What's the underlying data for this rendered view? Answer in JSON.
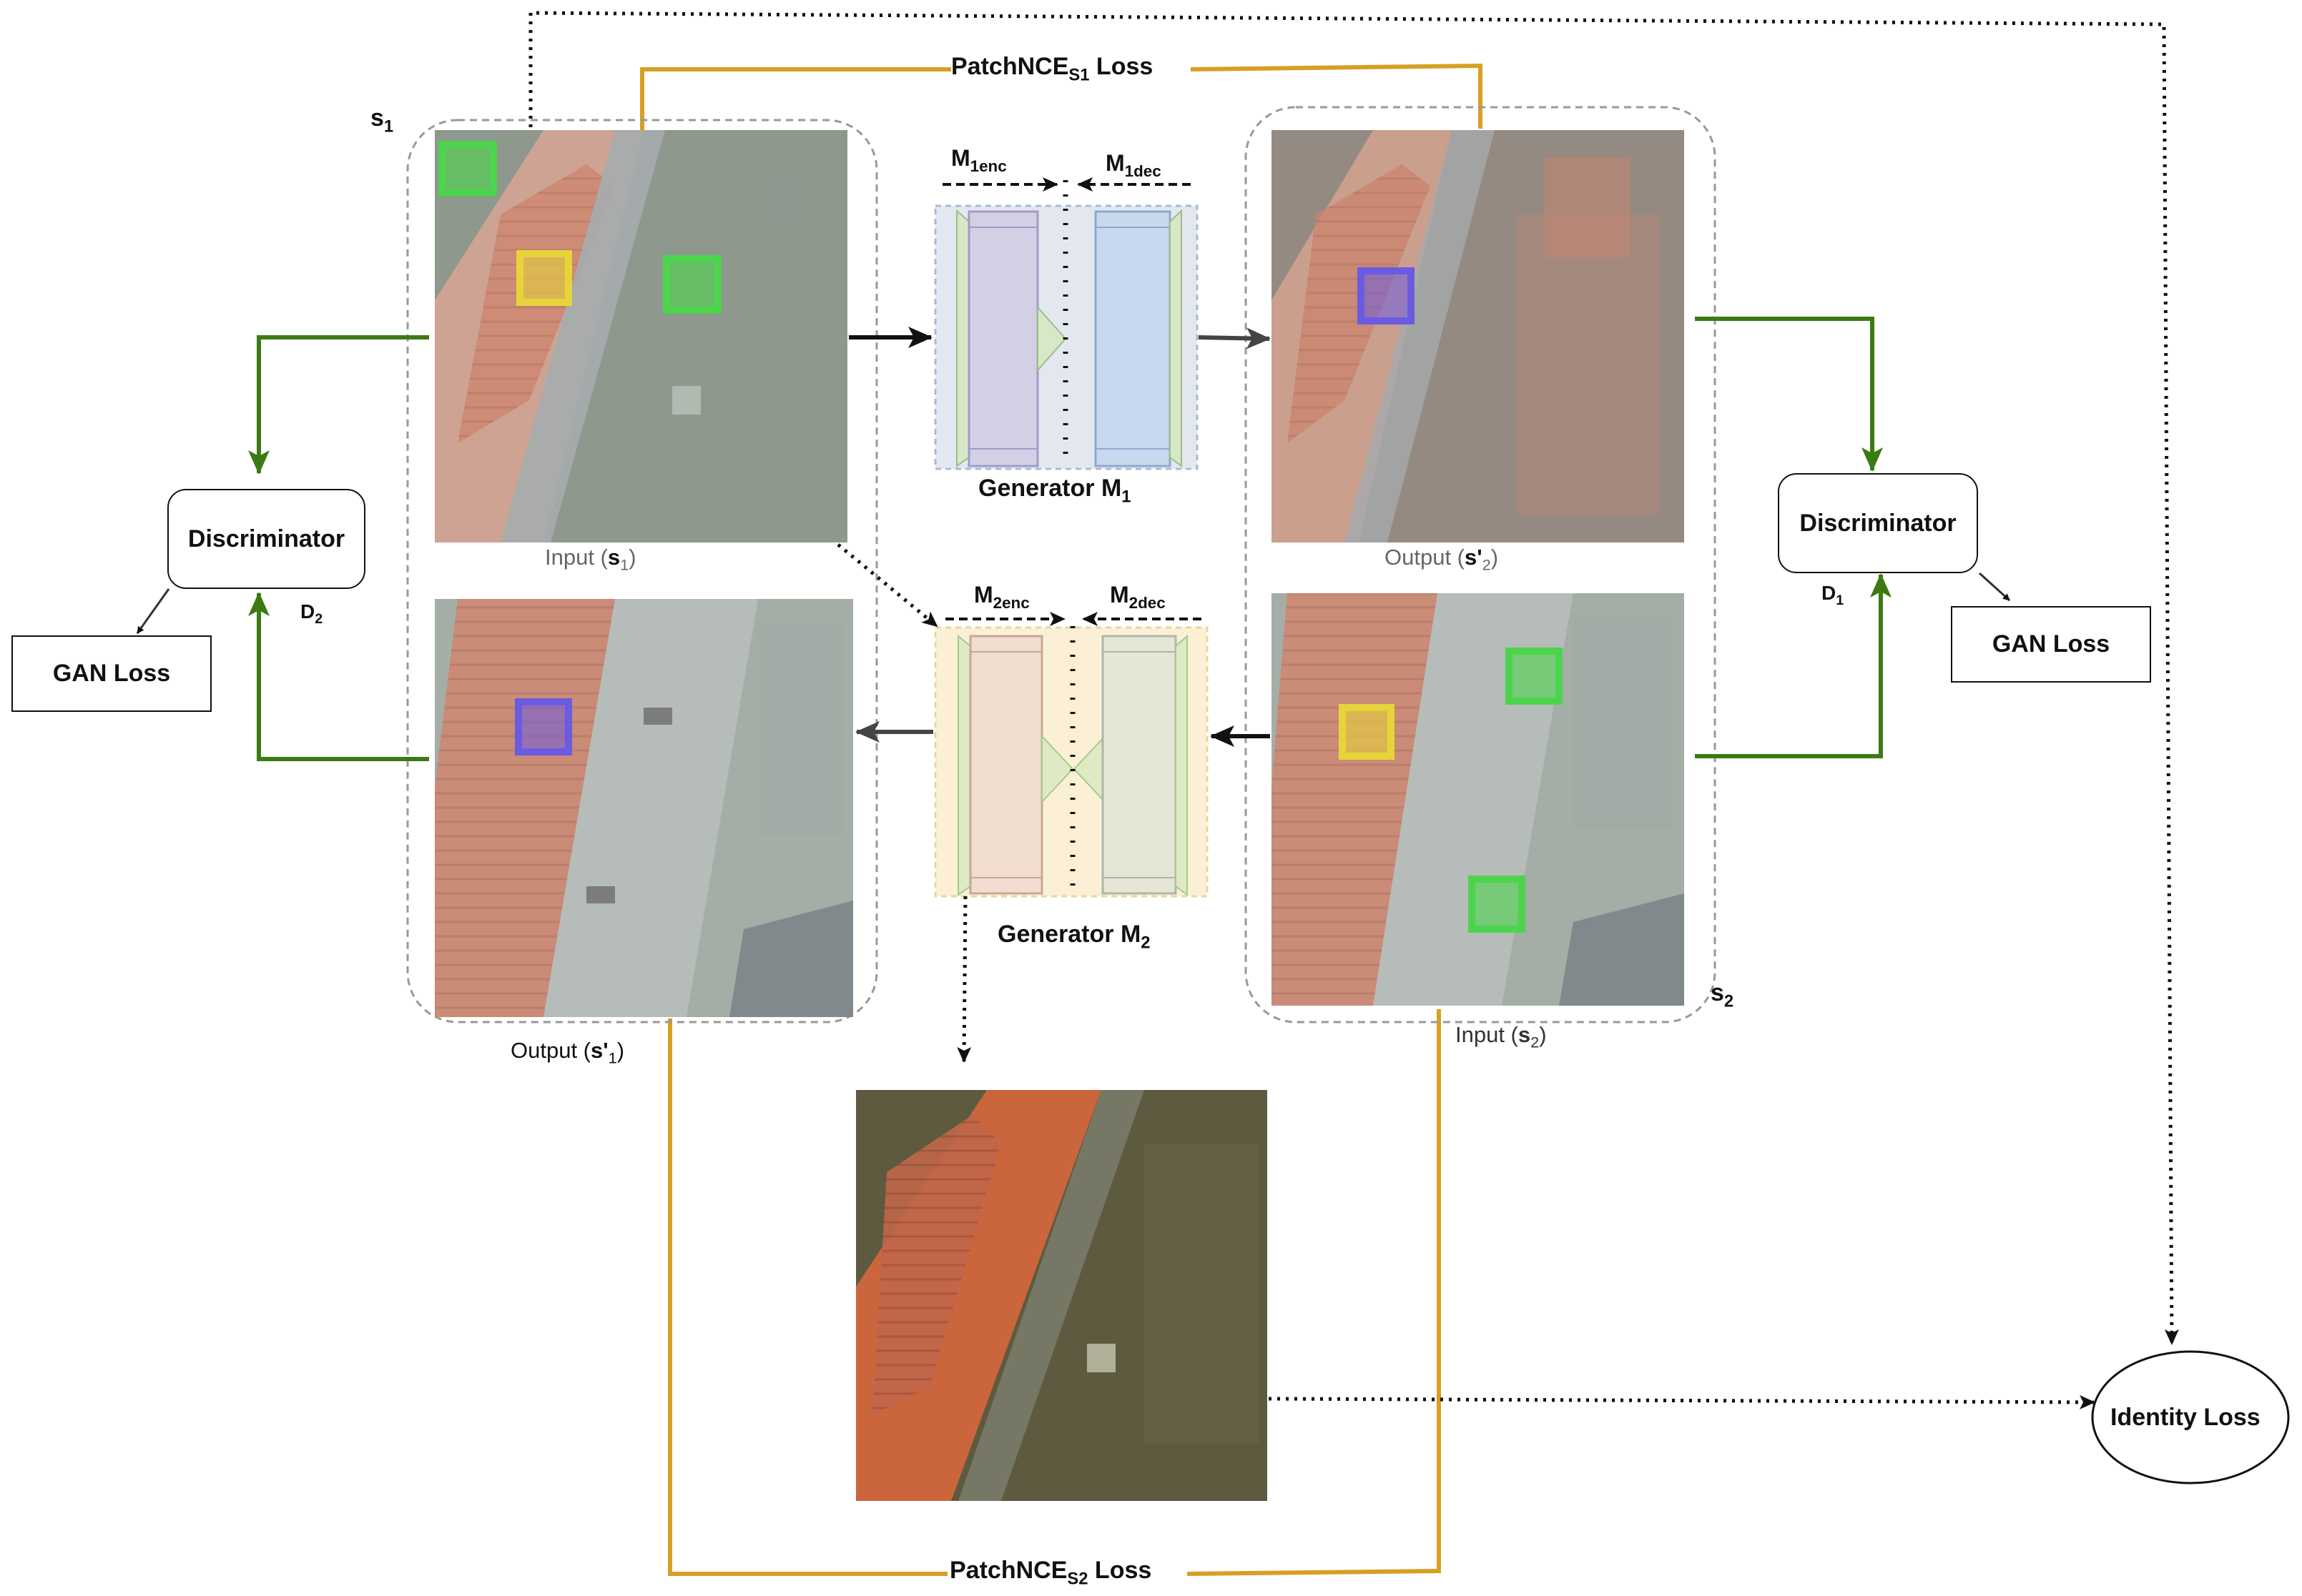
{
  "patchnce_top": {
    "prefix": "PatchNCE",
    "sub": "S1",
    "suffix": " Loss"
  },
  "patchnce_bottom": {
    "prefix": "PatchNCE",
    "sub": "S2",
    "suffix": " Loss"
  },
  "s1_label": {
    "base": "s",
    "sub": "1"
  },
  "s2_label": {
    "base": "s",
    "sub": "2"
  },
  "m1enc": {
    "base": "M",
    "sub": "1enc"
  },
  "m1dec": {
    "base": "M",
    "sub": "1dec"
  },
  "m2enc": {
    "base": "M",
    "sub": "2enc"
  },
  "m2dec": {
    "base": "M",
    "sub": "2dec"
  },
  "generator1": {
    "text": "Generator M",
    "sub": "1"
  },
  "generator2": {
    "text": "Generator M",
    "sub": "2"
  },
  "input_s1": {
    "text": "Input (",
    "var": "s",
    "sub": "1",
    "close": ")"
  },
  "output_s2": {
    "text": "Output (",
    "var": "s'",
    "sub": "2",
    "close": ")"
  },
  "output_s1": {
    "text": "Output (",
    "var": "s'",
    "sub": "1",
    "close": ")"
  },
  "input_s2": {
    "text": "Input (",
    "var": "s",
    "sub": "2",
    "close": ")"
  },
  "discriminator_left": "Discriminator",
  "discriminator_right": "Discriminator",
  "d2": {
    "base": "D",
    "sub": "2"
  },
  "d1": {
    "base": "D",
    "sub": "1"
  },
  "gan_loss_left": "GAN Loss",
  "gan_loss_right": "GAN Loss",
  "identity_loss": "Identity Loss",
  "colors": {
    "gold": "#D6A022",
    "green": "#3C7A12",
    "patch_green": "#4CD44C",
    "patch_yellow": "#E6D43A",
    "patch_blue": "#6B5BE0",
    "gen1_bg": "#E3E8F0",
    "gen2_bg": "#FBF0D6"
  }
}
